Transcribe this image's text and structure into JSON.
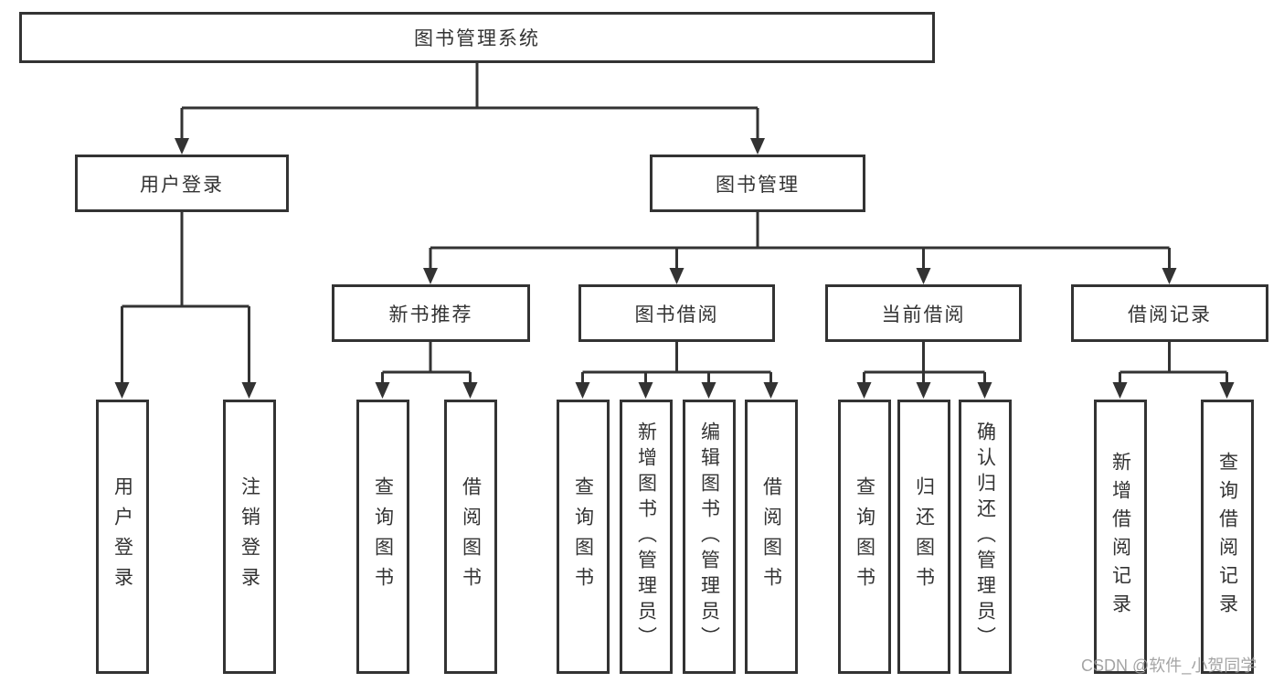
{
  "root": {
    "label": "图书管理系统"
  },
  "level2": {
    "user_login": {
      "label": "用户登录"
    },
    "book_mgmt": {
      "label": "图书管理"
    }
  },
  "level3": {
    "new_book": {
      "label": "新书推荐"
    },
    "borrow": {
      "label": "图书借阅"
    },
    "current": {
      "label": "当前借阅"
    },
    "record": {
      "label": "借阅记录"
    }
  },
  "leaves": {
    "user_login": [
      "用户登录",
      "注销登录"
    ],
    "new_book": [
      "查询图书",
      "借阅图书"
    ],
    "borrow": [
      "查询图书",
      "新增图书（管理员）",
      "编辑图书（管理员）",
      "借阅图书"
    ],
    "current": [
      "查询图书",
      "归还图书",
      "确认归还（管理员）"
    ],
    "record": [
      "新增借阅记录",
      "查询借阅记录"
    ]
  },
  "watermark": "CSDN @软件_小贺同学",
  "colors": {
    "line": "#333333",
    "box_border": "#333333",
    "text": "#333333",
    "watermark": "#9b9b9b",
    "background": "#ffffff"
  }
}
